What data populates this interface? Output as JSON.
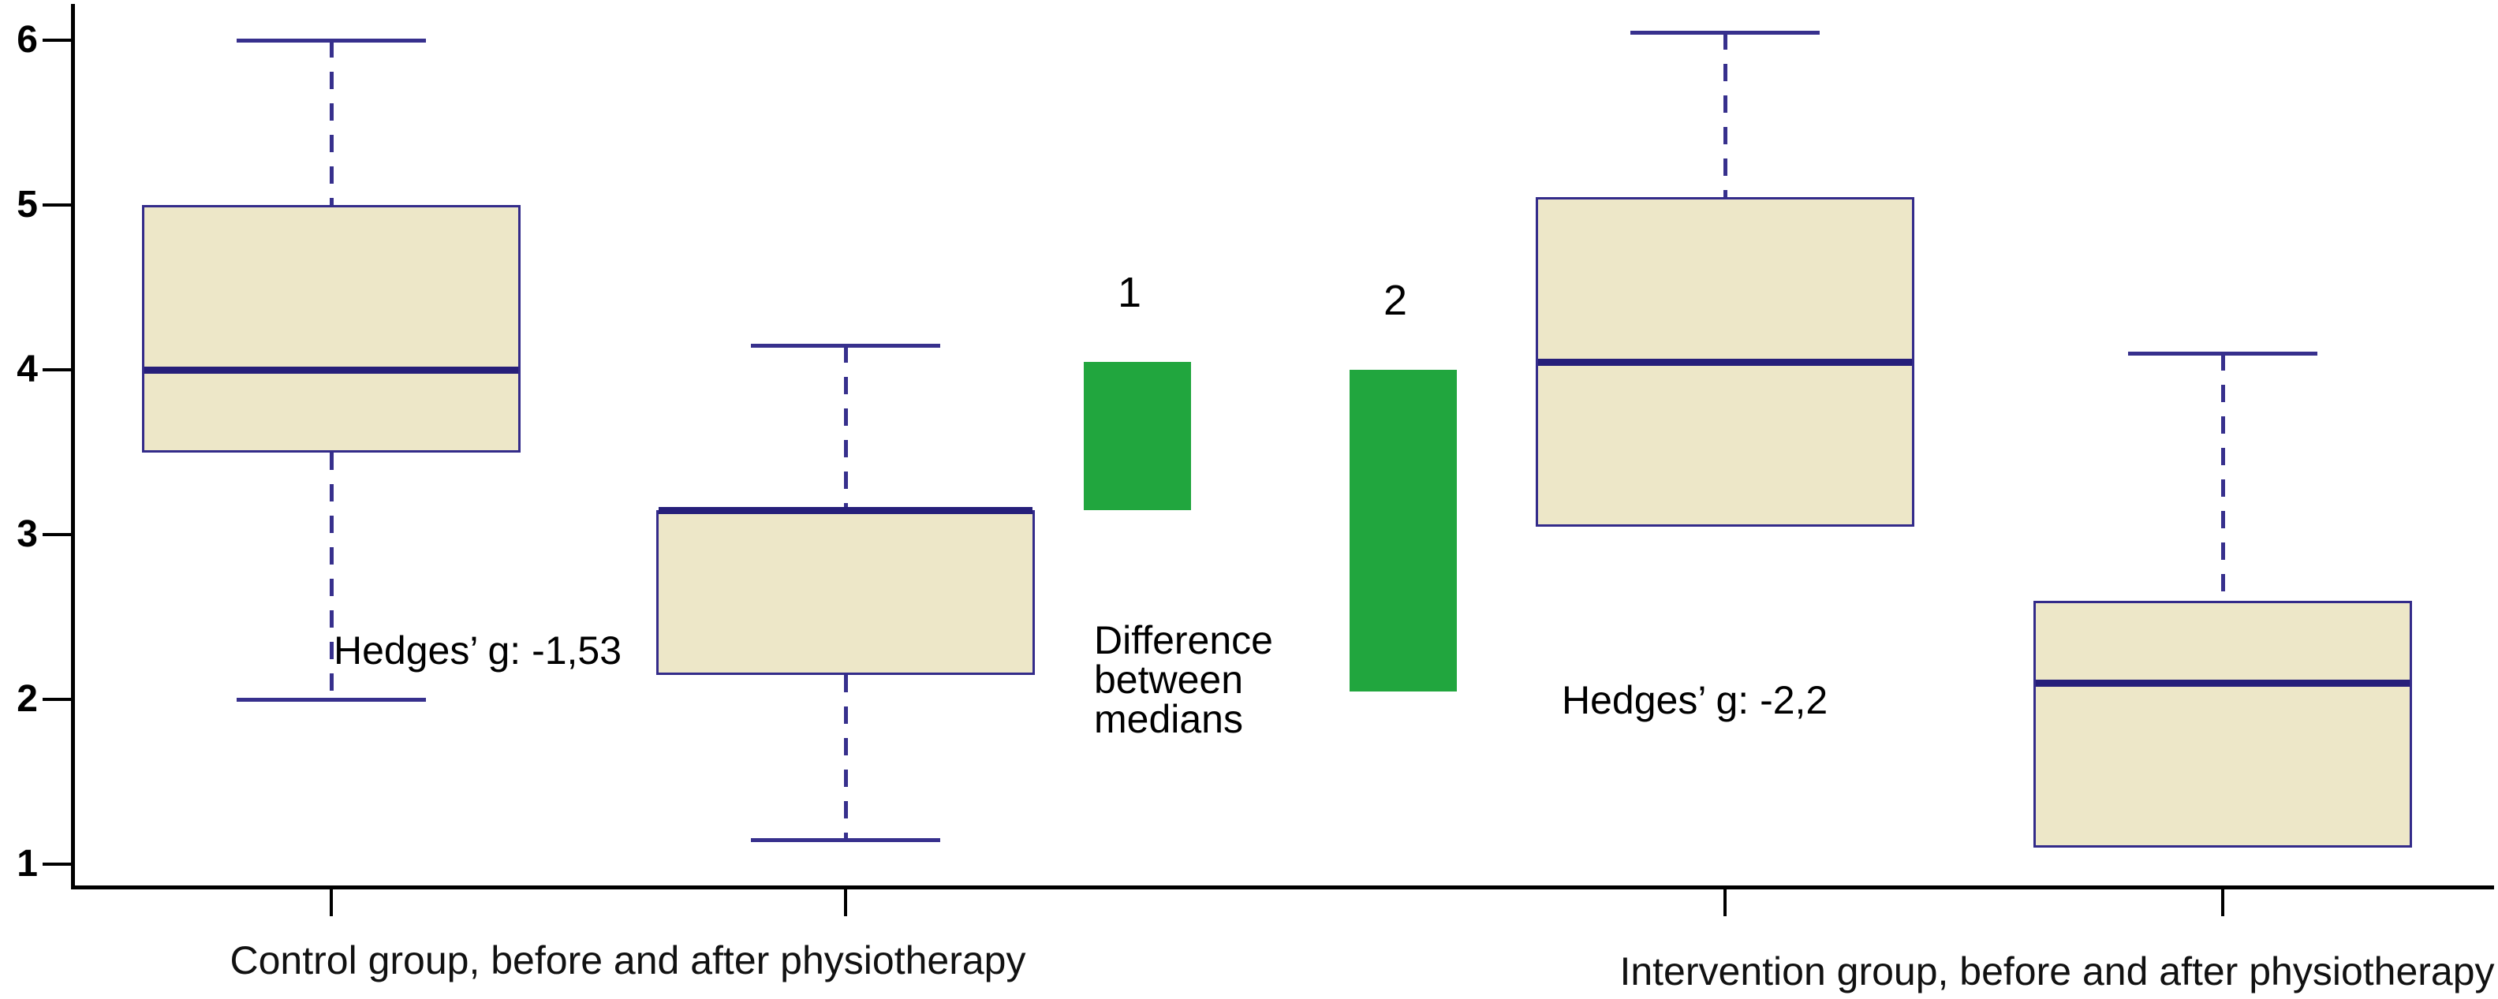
{
  "figure": {
    "background_color": "#ffffff",
    "title": ""
  },
  "colors": {
    "box_fill": "#EDE7C8",
    "box_border": "#332B8A",
    "median": "#261F7A",
    "whisker": "#37308D",
    "difference_bar": "#21A63E",
    "axis": "#000000",
    "text": "#000000"
  },
  "chart_data": {
    "type": "boxplot",
    "title": "",
    "xlabel": "",
    "ylabel": "",
    "grid": false,
    "y_axis": {
      "min": 1,
      "max": 6,
      "ticks_top_to_bottom": [
        "6",
        "5",
        "4",
        "3",
        "2",
        "1"
      ],
      "tick_values_top_to_bottom": [
        6,
        5,
        4,
        3,
        2,
        1
      ]
    },
    "boxes": [
      {
        "id": "control-before",
        "group": "Control group",
        "condition": "before physiotherapy",
        "q1": 3.5,
        "median": 4.0,
        "q3": 5.0,
        "whisker_low": 2.0,
        "whisker_high": 6.0
      },
      {
        "id": "control-after",
        "group": "Control group",
        "condition": "after physiotherapy",
        "q1": 2.15,
        "median": 3.15,
        "q3": 3.15,
        "whisker_low": 1.15,
        "whisker_high": 4.15
      },
      {
        "id": "intervention-before",
        "group": "Intervention group",
        "condition": "before physiotherapy",
        "q1": 3.05,
        "median": 4.05,
        "q3": 5.05,
        "whisker_low": null,
        "whisker_high": 6.05
      },
      {
        "id": "intervention-after",
        "group": "Intervention group",
        "condition": "after physiotherapy",
        "q1": 1.1,
        "median": 2.1,
        "q3": 2.6,
        "whisker_low": null,
        "whisker_high": 4.1
      }
    ],
    "difference_bars": [
      {
        "label": "1",
        "from": 3.15,
        "to": 4.05
      },
      {
        "label": "2",
        "from": 2.05,
        "to": 4.0
      }
    ],
    "annotations": [
      {
        "id": "hedges-control",
        "text": "Hedges’ g: -1,53"
      },
      {
        "id": "difference-note",
        "lines": [
          "Difference",
          "between",
          "medians"
        ]
      },
      {
        "id": "hedges-intervention",
        "text": "Hedges’ g: -2,2"
      }
    ],
    "x_labels": [
      "Control group, before and after physiotherapy",
      "Intervention group, before and after physiotherapy"
    ],
    "legend": null
  }
}
